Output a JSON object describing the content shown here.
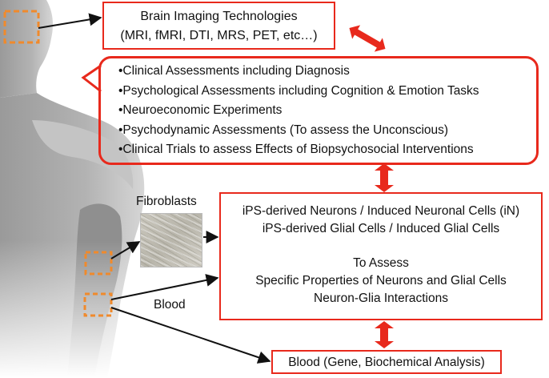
{
  "imaging": {
    "line1": "Brain Imaging Technologies",
    "line2": "(MRI, fMRI, DTI, MRS, PET, etc…)"
  },
  "assessments": [
    "•Clinical Assessments including Diagnosis",
    "•Psychological Assessments including Cognition & Emotion Tasks",
    "•Neuroeconomic Experiments",
    "•Psychodynamic Assessments (To assess the Unconscious)",
    "•Clinical Trials to assess Effects of Biopsychosocial Interventions"
  ],
  "fibroblasts_label": "Fibroblasts",
  "blood_label": "Blood",
  "ips": {
    "line1": "iPS-derived Neurons / Induced Neuronal Cells (iN)",
    "line2": "iPS-derived Glial Cells / Induced Glial Cells",
    "line3": "To Assess",
    "line4": "Specific Properties of Neurons and Glial Cells",
    "line5": "Neuron-Glia Interactions"
  },
  "blood_analysis": "Blood (Gene, Biochemical Analysis)",
  "colors": {
    "box_border": "#e8291c",
    "double_arrow": "#e8291c",
    "dashed_marker": "#f08a2c",
    "connector": "#111111",
    "body_silhouette": "#a9a9a9"
  }
}
